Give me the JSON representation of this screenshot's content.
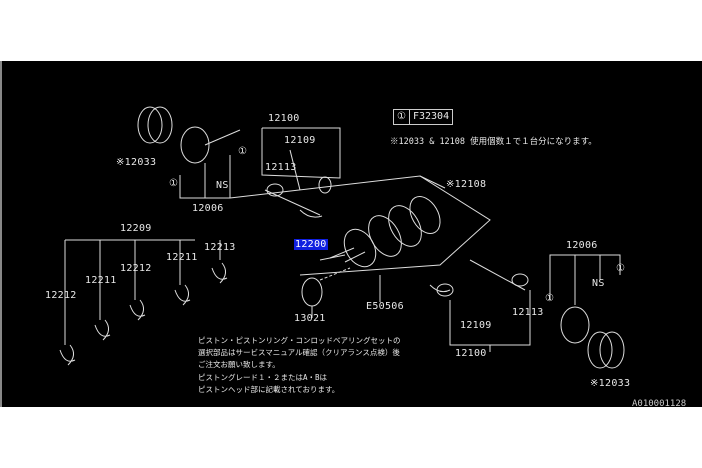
{
  "diagram": {
    "reference_box": {
      "symbol": "①",
      "code": "F32304"
    },
    "note_top": "※12033 & 12108 使用個数１で１台分になります。",
    "note_bottom": [
      "ピストン・ピストンリング・コンロッドベアリングセットの",
      "選択部品はサービスマニュアル確認（クリアランス点検）後",
      "ご注文お願い致します。",
      "ピストングレード１・２またはA・Bは",
      "ピストンヘッド部に記載されております。"
    ],
    "labels": {
      "l12100_top": "12100",
      "l12109_top": "12109",
      "l12113_top": "12113",
      "l12033_left": "※12033",
      "l12006_left": "12006",
      "ns_left": "NS",
      "circ1_a": "①",
      "circ1_b": "①",
      "l12108": "※12108",
      "l12209": "12209",
      "l12213": "12213",
      "l12211_a": "12211",
      "l12212_a": "12212",
      "l12211_b": "12211",
      "l12212_b": "12212",
      "l12200": "12200",
      "l13021": "13021",
      "e50506": "E50506",
      "l12006_right": "12006",
      "ns_right": "NS",
      "circ1_c": "①",
      "circ1_d": "①",
      "l12109_bottom": "12109",
      "l12113_bottom": "12113",
      "l12100_bottom": "12100",
      "l12033_right": "※12033"
    },
    "diagram_code": "A010001128",
    "highlight_color": "#1020e0"
  }
}
